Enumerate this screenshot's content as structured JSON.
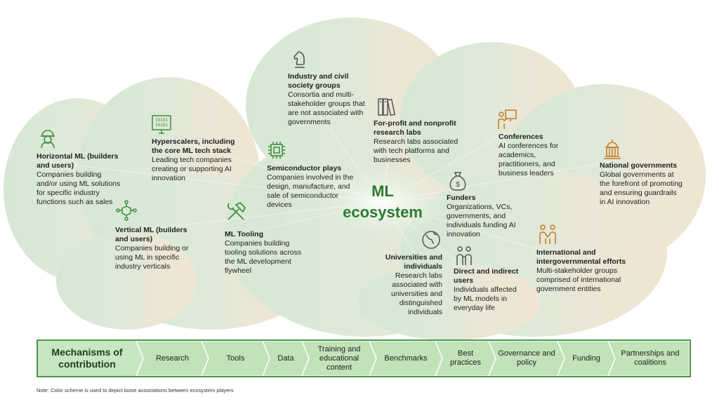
{
  "center": {
    "line1": "ML",
    "line2": "ecosystem"
  },
  "players": {
    "horizontal": {
      "title": "Horizontal ML (builders and users)",
      "desc": "Companies building and/or using ML solutions for specific industry functions such as sales",
      "icon": "worker-hardhat-icon"
    },
    "vertical": {
      "title": "Vertical ML (builders and users)",
      "desc": "Companies building or using ML in specific industry verticals",
      "icon": "network-cube-icon"
    },
    "hyperscalers": {
      "title": "Hyperscalers, including the core ML tech stack",
      "desc": "Leading tech companies creating or supporting AI innovation",
      "icon": "binary-monitor-icon"
    },
    "tooling": {
      "title": "ML Tooling",
      "desc": "Companies building tooling solutions across the ML development flywheel",
      "icon": "hammer-wrench-icon"
    },
    "semiconductor": {
      "title": "Semiconductor plays",
      "desc": "Companies involved in the design, manufacture, and sale of semiconductor devices",
      "icon": "chip-icon"
    },
    "industry": {
      "title": "Industry and civil society groups",
      "desc": "Consortia and multi-stakeholder groups that are not associated with governments",
      "icon": "chess-knight-icon"
    },
    "research_labs": {
      "title": "For-profit and nonprofit research labs",
      "desc": "Research labs associated with tech platforms and businesses",
      "icon": "books-icon"
    },
    "universities": {
      "title": "Universities and individuals",
      "desc": "Research labs associated with universities and distinguished individuals",
      "icon": "globe-icon"
    },
    "funders": {
      "title": "Funders",
      "desc": "Organizations, VCs, governments, and individuals funding AI innovation",
      "icon": "money-bag-icon"
    },
    "users": {
      "title": "Direct and indirect users",
      "desc": "Individuals affected by ML models in everyday life",
      "icon": "people-icon"
    },
    "conferences": {
      "title": "Conferences",
      "desc": "AI conferences for academics, practitioners, and business leaders",
      "icon": "presenter-icon"
    },
    "national_gov": {
      "title": "National governments",
      "desc": "Global governments at the forefront of promoting and ensuring guardrails in AI innovation",
      "icon": "capitol-icon"
    },
    "international": {
      "title": "International and intergovernmental efforts",
      "desc": "Multi-stakeholder groups comprised of international government entities",
      "icon": "handshake-people-icon"
    }
  },
  "mechanisms": {
    "title": "Mechanisms of contribution",
    "items": [
      "Research",
      "Tools",
      "Data",
      "Training and educational content",
      "Benchmarks",
      "Best practices",
      "Governance and policy",
      "Funding",
      "Partnerships and coalitions"
    ]
  },
  "note": "Note: Color scheme is used to depict loose associations between ecosystem players",
  "colors": {
    "green": "#3c8c3c",
    "gray": "#555555",
    "orange": "#c8791e",
    "cloud_green": "#dbe9d9",
    "cloud_tan": "#efe6d3",
    "bar_fill": "#c9e6c2"
  }
}
